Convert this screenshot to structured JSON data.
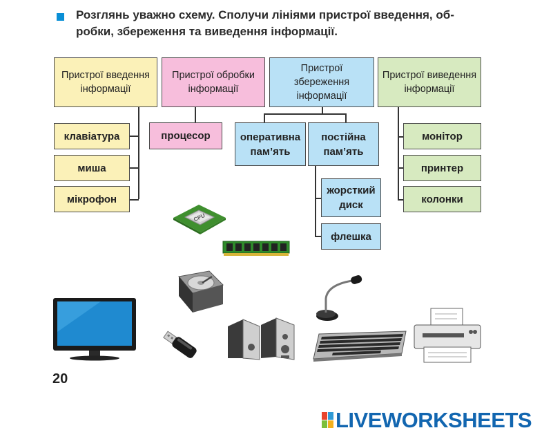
{
  "instruction": {
    "line1": "Розглянь уважно схему. Сполучи лініями пристрої введення, об-",
    "line2": "робки, збереження та виведення інформації."
  },
  "categories": {
    "input": {
      "line1": "Пристрої введення",
      "line2": "інформації"
    },
    "process": {
      "line1": "Пристрої обробки",
      "line2": "інформації"
    },
    "storage": {
      "line1": "Пристрої збереження",
      "line2": "інформації"
    },
    "output": {
      "line1": "Пристрої виведення",
      "line2": "інформації"
    }
  },
  "input_items": [
    "клавіатура",
    "миша",
    "мікрофон"
  ],
  "process_items": [
    "процесор"
  ],
  "storage": {
    "ram": {
      "line1": "оперативна",
      "line2": "пам’ять"
    },
    "perm": {
      "line1": "постійна",
      "line2": "пам’ять"
    },
    "hdd": {
      "line1": "жорсткий",
      "line2": "диск"
    },
    "flash": "флешка"
  },
  "output_items": [
    "монітор",
    "принтер",
    "колонки"
  ],
  "cpu_chip_label": "CPU",
  "page_number": "20",
  "brand": "LIVEWORKSHEETS",
  "colors": {
    "bullet": "#0a8fd6",
    "input": "#fbf1b8",
    "process": "#f7bedc",
    "storage": "#b9e1f6",
    "output": "#d7eac0",
    "brand": "#1266b0"
  },
  "icons": [
    "cpu-icon",
    "ram-module-icon",
    "hard-disk-icon",
    "usb-flash-drive-icon",
    "monitor-icon",
    "speakers-icon",
    "microphone-icon",
    "keyboard-icon",
    "printer-icon"
  ]
}
